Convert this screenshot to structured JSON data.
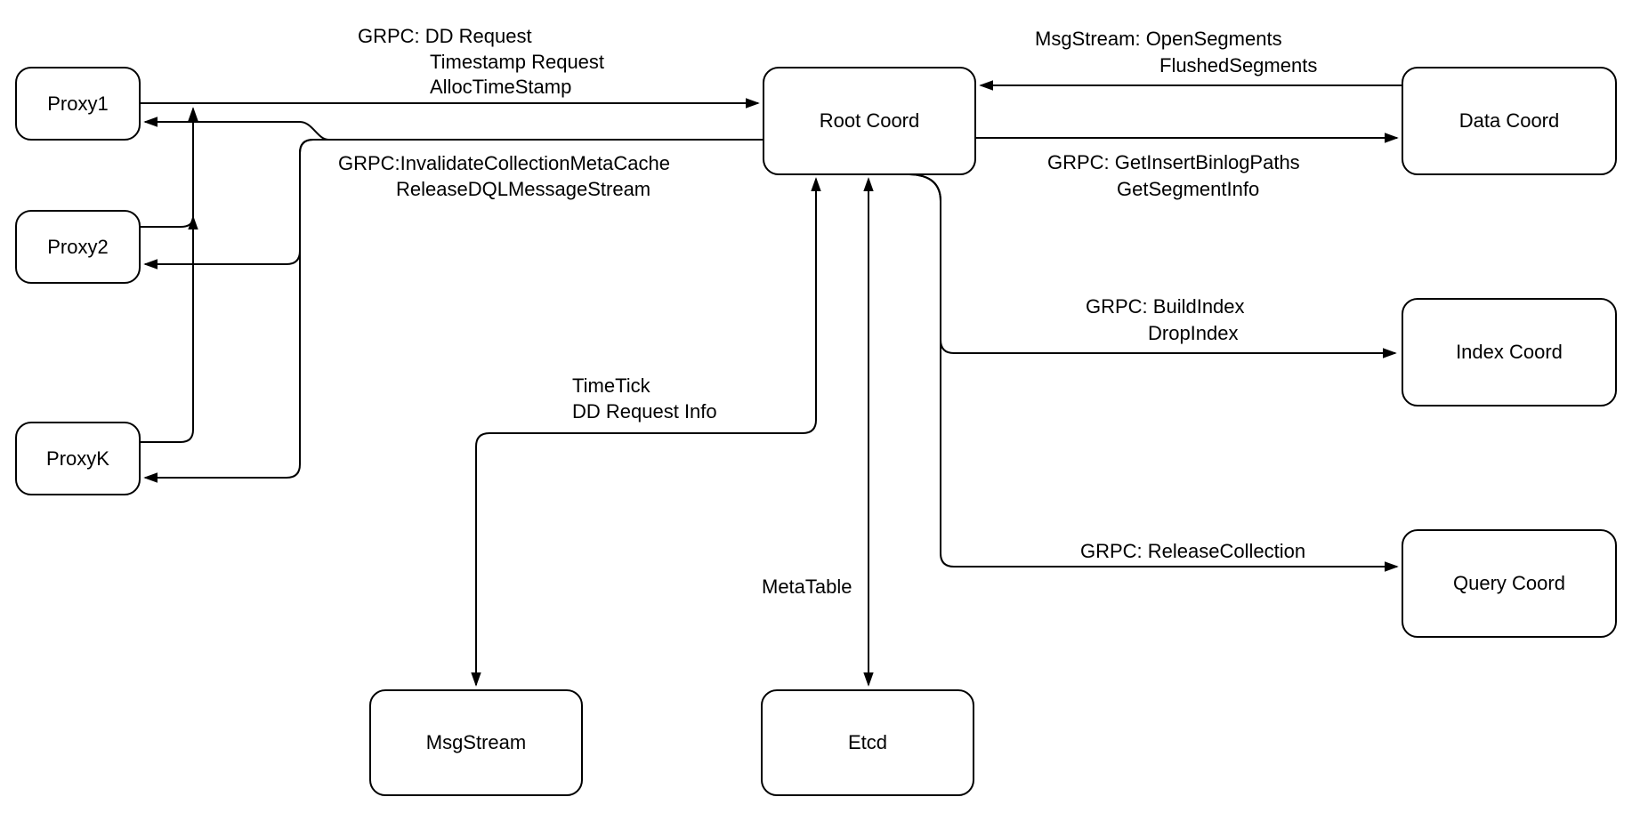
{
  "diagram": {
    "background_color": "#ffffff",
    "stroke_color": "#000000",
    "text_color": "#000000",
    "nodes": [
      {
        "id": "proxy1",
        "label": "Proxy1"
      },
      {
        "id": "proxy2",
        "label": "Proxy2"
      },
      {
        "id": "proxyk",
        "label": "ProxyK"
      },
      {
        "id": "root_coord",
        "label": "Root Coord"
      },
      {
        "id": "data_coord",
        "label": "Data Coord"
      },
      {
        "id": "index_coord",
        "label": "Index Coord"
      },
      {
        "id": "query_coord",
        "label": "Query Coord"
      },
      {
        "id": "msgstream",
        "label": "MsgStream"
      },
      {
        "id": "etcd",
        "label": "Etcd"
      }
    ],
    "edge_labels": {
      "proxy_to_root": {
        "line1": "GRPC: DD Request",
        "line2": "Timestamp Request",
        "line3": "AllocTimeStamp"
      },
      "root_to_proxy": {
        "line1": "GRPC:InvalidateCollectionMetaCache",
        "line2": "ReleaseDQLMessageStream"
      },
      "data_to_root": {
        "line1": "MsgStream: OpenSegments",
        "line2": "FlushedSegments"
      },
      "root_to_data": {
        "line1": "GRPC: GetInsertBinlogPaths",
        "line2": "GetSegmentInfo"
      },
      "root_to_index": {
        "line1": "GRPC: BuildIndex",
        "line2": "DropIndex"
      },
      "root_to_query": {
        "line1": "GRPC: ReleaseCollection"
      },
      "root_to_msgstream": {
        "line1": "TimeTick",
        "line2": "DD Request Info"
      },
      "root_to_etcd": {
        "line1": "MetaTable"
      }
    },
    "edges": [
      {
        "from": "Proxy1",
        "to": "Root Coord",
        "direction": "one-way",
        "label": "GRPC: DD Request / Timestamp Request / AllocTimeStamp"
      },
      {
        "from": "Proxy2",
        "to": "Proxy1-Root Coord trunk",
        "direction": "one-way",
        "label": ""
      },
      {
        "from": "ProxyK",
        "to": "Proxy1-Root Coord trunk",
        "direction": "one-way",
        "label": ""
      },
      {
        "from": "Root Coord",
        "to": "Proxy1",
        "direction": "one-way",
        "label": "GRPC:InvalidateCollectionMetaCache / ReleaseDQLMessageStream"
      },
      {
        "from": "Root Coord",
        "to": "Proxy2",
        "direction": "one-way",
        "label": ""
      },
      {
        "from": "Root Coord",
        "to": "ProxyK",
        "direction": "one-way",
        "label": ""
      },
      {
        "from": "Data Coord",
        "to": "Root Coord",
        "direction": "one-way",
        "label": "MsgStream: OpenSegments / FlushedSegments"
      },
      {
        "from": "Root Coord",
        "to": "Data Coord",
        "direction": "one-way",
        "label": "GRPC: GetInsertBinlogPaths / GetSegmentInfo"
      },
      {
        "from": "Root Coord",
        "to": "Index Coord",
        "direction": "one-way",
        "label": "GRPC: BuildIndex / DropIndex"
      },
      {
        "from": "Root Coord",
        "to": "Query Coord",
        "direction": "one-way",
        "label": "GRPC: ReleaseCollection"
      },
      {
        "from": "Root Coord",
        "to": "MsgStream",
        "direction": "two-way",
        "label": "TimeTick / DD Request Info"
      },
      {
        "from": "Root Coord",
        "to": "Etcd",
        "direction": "two-way",
        "label": "MetaTable"
      }
    ]
  }
}
